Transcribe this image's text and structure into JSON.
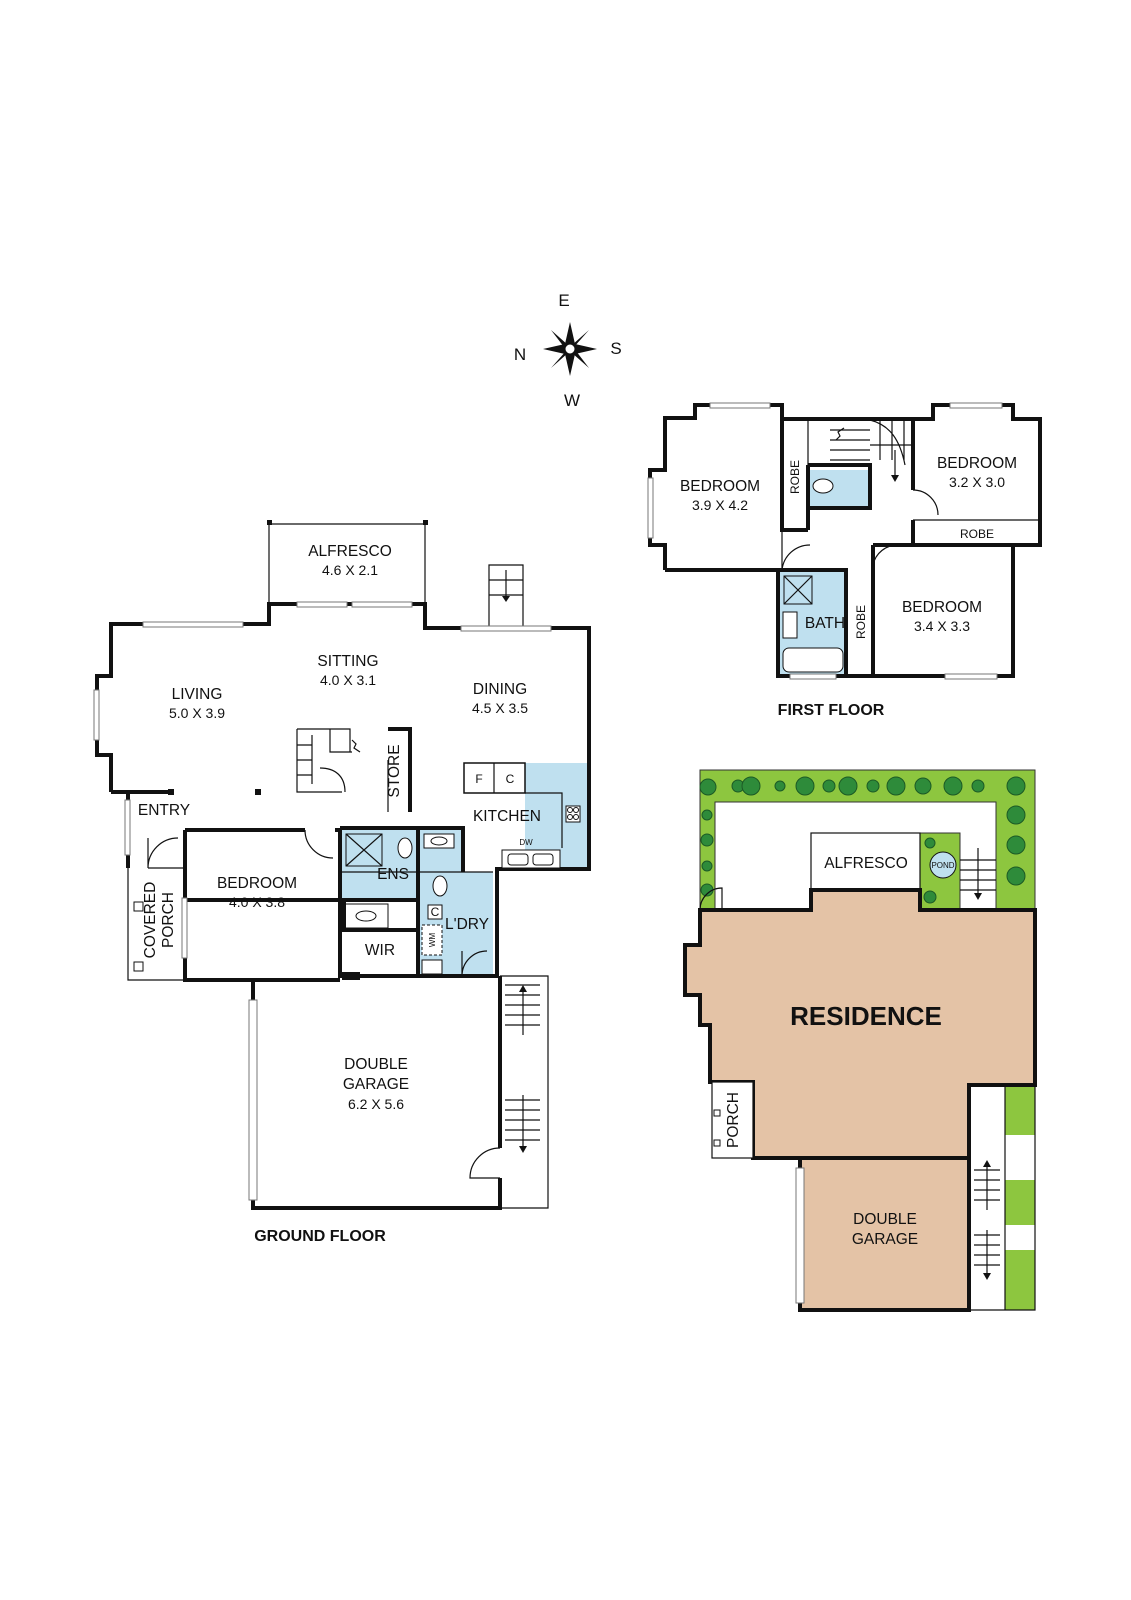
{
  "compass": {
    "east": "E",
    "south": "S",
    "west": "W",
    "north": "N"
  },
  "ground_floor": {
    "title": "GROUND FLOOR",
    "alfresco": {
      "name": "ALFRESCO",
      "size": "4.6 X 2.1"
    },
    "sitting": {
      "name": "SITTING",
      "size": "4.0 X 3.1"
    },
    "living": {
      "name": "LIVING",
      "size": "5.0 X 3.9"
    },
    "dining": {
      "name": "DINING",
      "size": "4.5 X 3.5"
    },
    "store": "STORE",
    "fridge": "F",
    "cupboard": "C",
    "kitchen": "KITCHEN",
    "dishwasher": "DW",
    "entry": "ENTRY",
    "covered_porch": [
      "COVERED",
      "PORCH"
    ],
    "bedroom": {
      "name": "BEDROOM",
      "size": "4.0 X 3.8"
    },
    "ensuite": "ENS",
    "laundry_cupboard": "C",
    "laundry": "L'DRY",
    "washing_machine": "WM",
    "wir": "WIR",
    "garage": {
      "name": [
        "DOUBLE",
        "GARAGE"
      ],
      "size": "6.2 X 5.6"
    }
  },
  "first_floor": {
    "title": "FIRST FLOOR",
    "bedroom1": {
      "name": "BEDROOM",
      "size": "3.9 X 4.2"
    },
    "robe1": "ROBE",
    "bedroom2": {
      "name": "BEDROOM",
      "size": "3.2 X 3.0"
    },
    "robe2": "ROBE",
    "bath": "BATH",
    "robe3": "ROBE",
    "bedroom3": {
      "name": "BEDROOM",
      "size": "3.4 X 3.3"
    }
  },
  "site_plan": {
    "alfresco": "ALFRESCO",
    "pond": "POND",
    "residence": "RESIDENCE",
    "porch": "PORCH",
    "garage": [
      "DOUBLE",
      "GARAGE"
    ]
  },
  "colors": {
    "wet_area": "#bfe0ef",
    "residence": "#e4c3a6",
    "garden": "#8dc63f",
    "tree": "#2e8b3a"
  }
}
